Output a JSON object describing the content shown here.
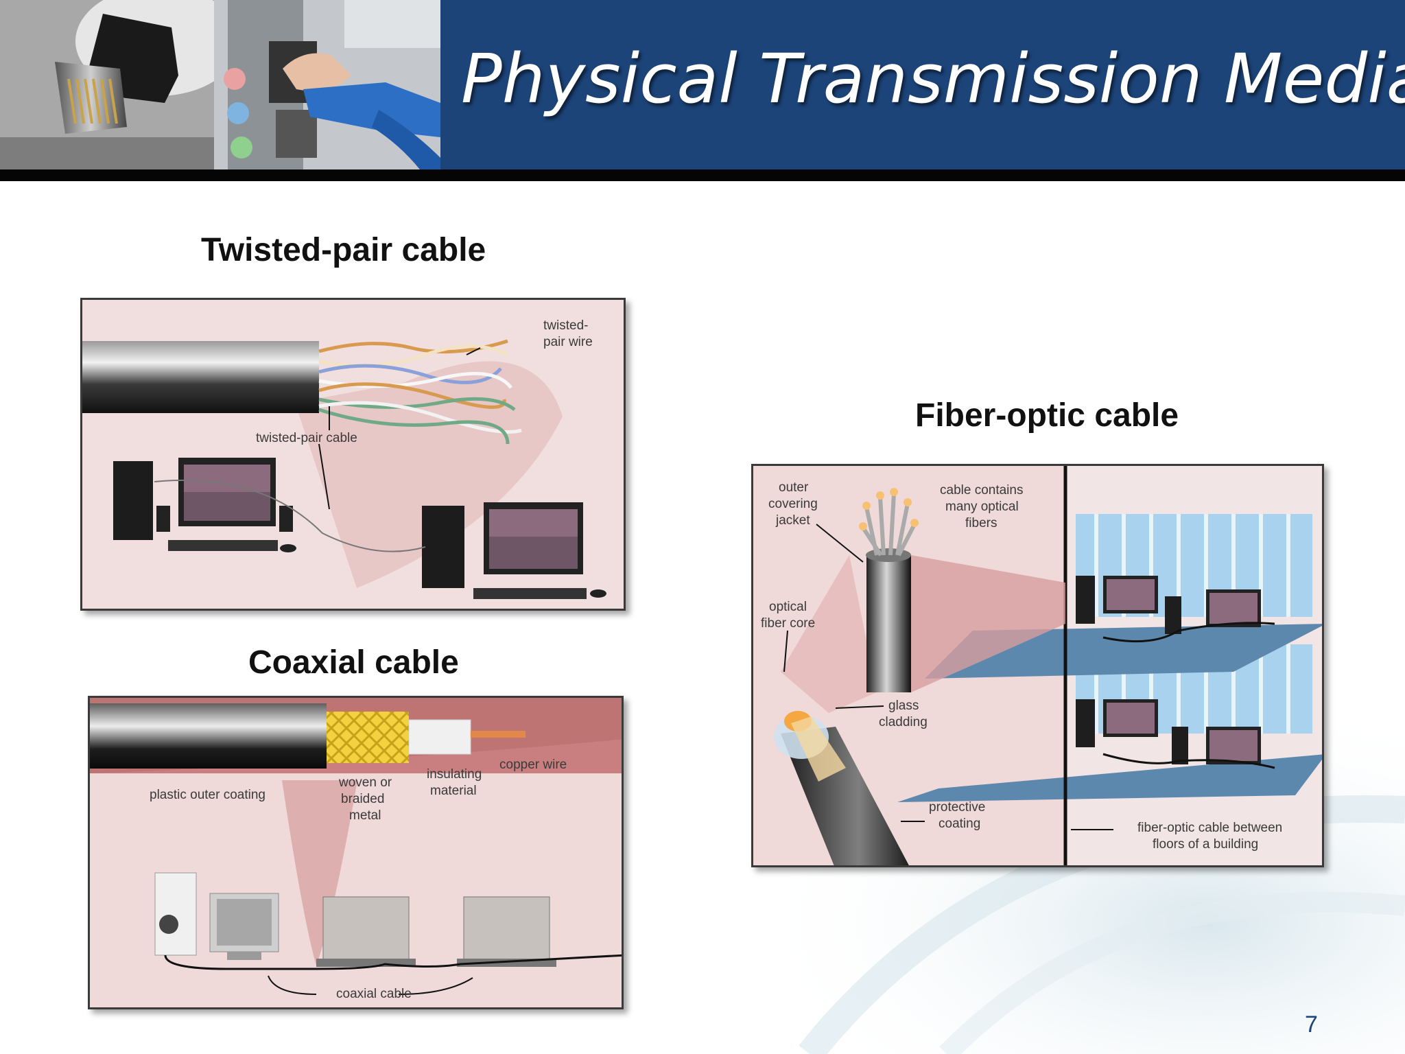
{
  "slide": {
    "title": "Physical Transmission Media",
    "page_number": "7"
  },
  "twisted_pair": {
    "heading": "Twisted-pair cable",
    "labels": {
      "twisted_pair_wire_1": "twisted-",
      "twisted_pair_wire_2": "pair wire",
      "twisted_pair_cable": "twisted-pair cable"
    }
  },
  "coaxial": {
    "heading": "Coaxial cable",
    "labels": {
      "plastic_outer_coating": "plastic outer coating",
      "woven_1": "woven or",
      "woven_2": "braided",
      "woven_3": "metal",
      "insulating_1": "insulating",
      "insulating_2": "material",
      "copper_wire": "copper wire",
      "coaxial_cable": "coaxial cable"
    }
  },
  "fiber_optic": {
    "heading": "Fiber-optic cable",
    "labels": {
      "outer_1": "outer",
      "outer_2": "covering",
      "outer_3": "jacket",
      "contains_1": "cable contains",
      "contains_2": "many optical",
      "contains_3": "fibers",
      "core_1": "optical",
      "core_2": "fiber core",
      "cladding_1": "glass",
      "cladding_2": "cladding",
      "protective_1": "protective",
      "protective_2": "coating",
      "between_1": "fiber-optic cable between",
      "between_2": "floors of a building"
    }
  },
  "colors": {
    "title_bar": "#1c4479",
    "panel_bg": "#f1dfdf",
    "page_number": "#1c4479"
  }
}
